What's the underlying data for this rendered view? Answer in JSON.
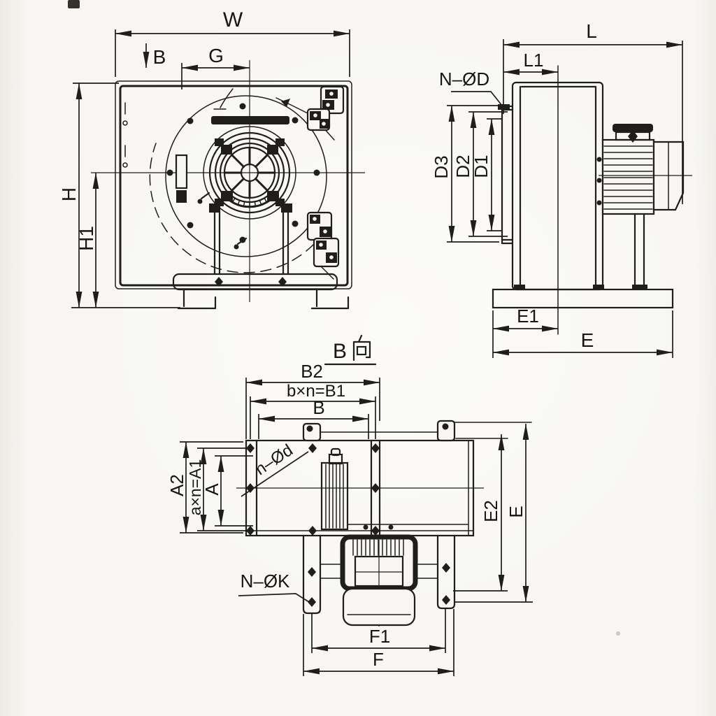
{
  "document": {
    "kind": "Centrifugal fan outline dimensional drawing, three orthographic views",
    "line_color": "#1f1e1c",
    "paper_color": "#f7f6f2"
  },
  "front_view": {
    "dim_w": "W",
    "section_arrow": "B",
    "dim_g": "G",
    "dim_h": "H",
    "dim_h1": "H1"
  },
  "side_view": {
    "dim_l": "L",
    "dim_l1": "L1",
    "bolt_note_inlet": "N–ØD",
    "dim_d3": "D3",
    "dim_d2": "D2",
    "dim_d1": "D1",
    "dim_e1": "E1",
    "dim_e": "E"
  },
  "outlet_view": {
    "title": "B向",
    "title_latin": "B",
    "dim_b2": "B2",
    "dim_b1": "b×n=B1",
    "dim_b": "B",
    "dim_a2": "A2",
    "dim_a1": "a×n=A1",
    "dim_a": "A",
    "bolt_note_outlet": "n–Ød",
    "dim_e2": "E2",
    "dim_e": "E",
    "bolt_note_feet": "N–ØK",
    "dim_f1": "F1",
    "dim_f": "F"
  }
}
